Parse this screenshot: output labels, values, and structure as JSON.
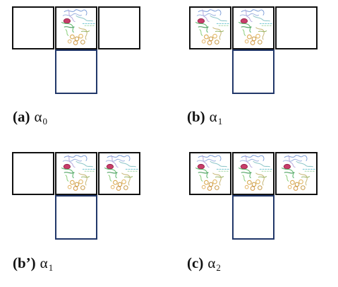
{
  "panels": [
    {
      "tag": "(a)",
      "symbol": "α",
      "subscript": "0",
      "filled": [
        false,
        true,
        false
      ]
    },
    {
      "tag": "(b)",
      "symbol": "α",
      "subscript": "1",
      "filled": [
        true,
        true,
        false
      ]
    },
    {
      "tag": "(b’)",
      "symbol": "α",
      "subscript": "1",
      "filled": [
        false,
        true,
        true
      ]
    },
    {
      "tag": "(c)",
      "symbol": "α",
      "subscript": "2",
      "filled": [
        true,
        true,
        true
      ]
    }
  ],
  "colors": {
    "border": "#111111",
    "bottom_border": "#22386a"
  },
  "icons": {
    "cell_image": "protein-structure-icon"
  }
}
